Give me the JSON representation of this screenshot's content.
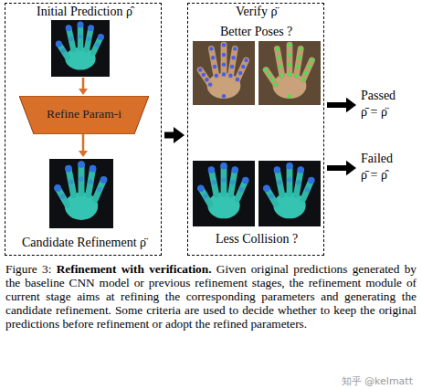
{
  "diagram": {
    "caption": "Figure 3: Refinement with verification. Given original predictions generated by the baseline CNN model or previous refinement stages, the refinement module of current stage aims at refining the corresponding parameters and generating the candidate refinement. Some criteria are used to decide whether to keep the original predictions before refinement or adopt the refined parameters.",
    "nodes": [
      {
        "text": [
          "Initial Prediction ρ̂",
          "Candidate Refinement ρ̈"
        ]
      },
      {
        "text": [
          "Refine Param-i"
        ],
        "in": 0
      },
      {
        "text": [
          "Verify ρ̈",
          "Better Poses ?",
          "Less Collision ?"
        ]
      },
      {
        "text": [
          "Passed",
          "ρ̄ = ρ̈"
        ]
      },
      {
        "text": [
          "Failed",
          "ρ̄ = ρ̂"
        ]
      }
    ],
    "edges": [
      {
        "from": 0,
        "to": 2,
        "arrow": "to"
      },
      {
        "from": 2,
        "to": 3,
        "arrow": "to"
      },
      {
        "from": 2,
        "to": 4,
        "arrow": "to"
      }
    ],
    "labels": [
      "知乎 @kelmatt"
    ]
  }
}
